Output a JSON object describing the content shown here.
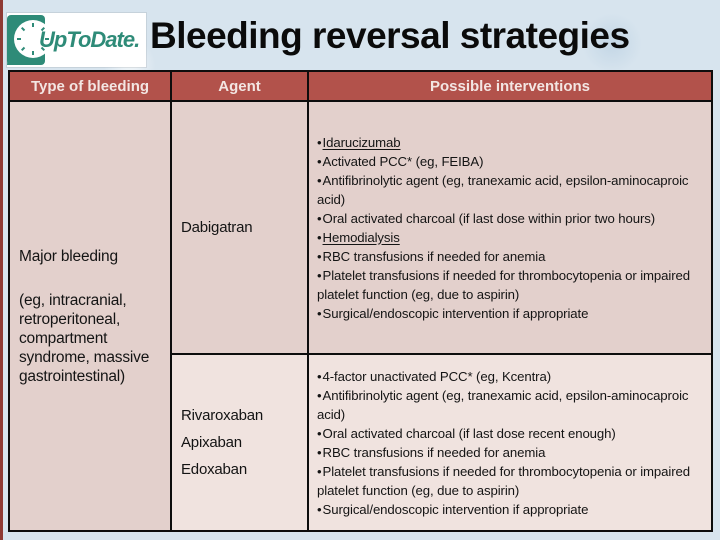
{
  "slide": {
    "logo": {
      "brand": "UpToDate."
    },
    "title": "Bleeding reversal strategies"
  },
  "table": {
    "bullet_char": "•",
    "headers": {
      "type": "Type of bleeding",
      "agent": "Agent",
      "interventions": "Possible interventions"
    },
    "bleeding_type": {
      "main": "Major bleeding",
      "detail": "(eg, intracranial, retroperitoneal, compartment syndrome, massive gastrointestinal)"
    },
    "rows": [
      {
        "agents": [
          "Dabigatran"
        ],
        "interventions": [
          {
            "text": "Idarucizumab",
            "underline": true
          },
          {
            "text": "Activated PCC* (eg, FEIBA)"
          },
          {
            "text": "Antifibrinolytic agent (eg, tranexamic acid, epsilon-aminocaproic acid)"
          },
          {
            "text": "Oral activated charcoal (if last dose within prior two hours)"
          },
          {
            "text": "Hemodialysis",
            "underline": true
          },
          {
            "text": "RBC transfusions if needed for anemia"
          },
          {
            "text": "Platelet transfusions if needed for thrombocytopenia or impaired platelet function (eg, due to aspirin)"
          },
          {
            "text": "Surgical/endoscopic intervention if appropriate"
          }
        ]
      },
      {
        "agents": [
          "Rivaroxaban",
          "Apixaban",
          "Edoxaban"
        ],
        "interventions": [
          {
            "text": "4-factor unactivated PCC* (eg, Kcentra)"
          },
          {
            "text": "Antifibrinolytic agent (eg, tranexamic acid, epsilon-aminocaproic acid)"
          },
          {
            "text": "Oral activated charcoal (if last dose recent enough)"
          },
          {
            "text": "RBC transfusions if needed for anemia"
          },
          {
            "text": "Platelet transfusions if needed for thrombocytopenia or impaired platelet function (eg, due to aspirin)"
          },
          {
            "text": "Surgical/endoscopic intervention if appropriate"
          }
        ]
      }
    ]
  },
  "colors": {
    "background": "#d7e4ee",
    "header_bg": "#b2524b",
    "header_text": "#f3e6e3",
    "row1_bg": "#e3d0cc",
    "row2_bg": "#f0e3df",
    "border": "#0d0d0d",
    "logo_green": "#2e8b78",
    "edge_strip": "#8e3a34"
  }
}
